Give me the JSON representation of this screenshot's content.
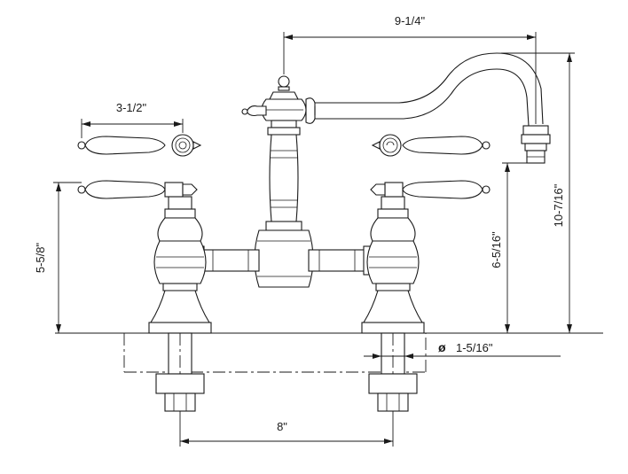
{
  "dimensions": {
    "spout_reach": "9-1/4\"",
    "handle_length": "3-1/2\"",
    "base_to_handle": "5-5/8\"",
    "spout_clearance": "6-5/16\"",
    "total_height": "10-7/16\"",
    "hole_diameter_symbol": "ø",
    "hole_diameter": "1-5/16\"",
    "center_spread": "8\""
  }
}
